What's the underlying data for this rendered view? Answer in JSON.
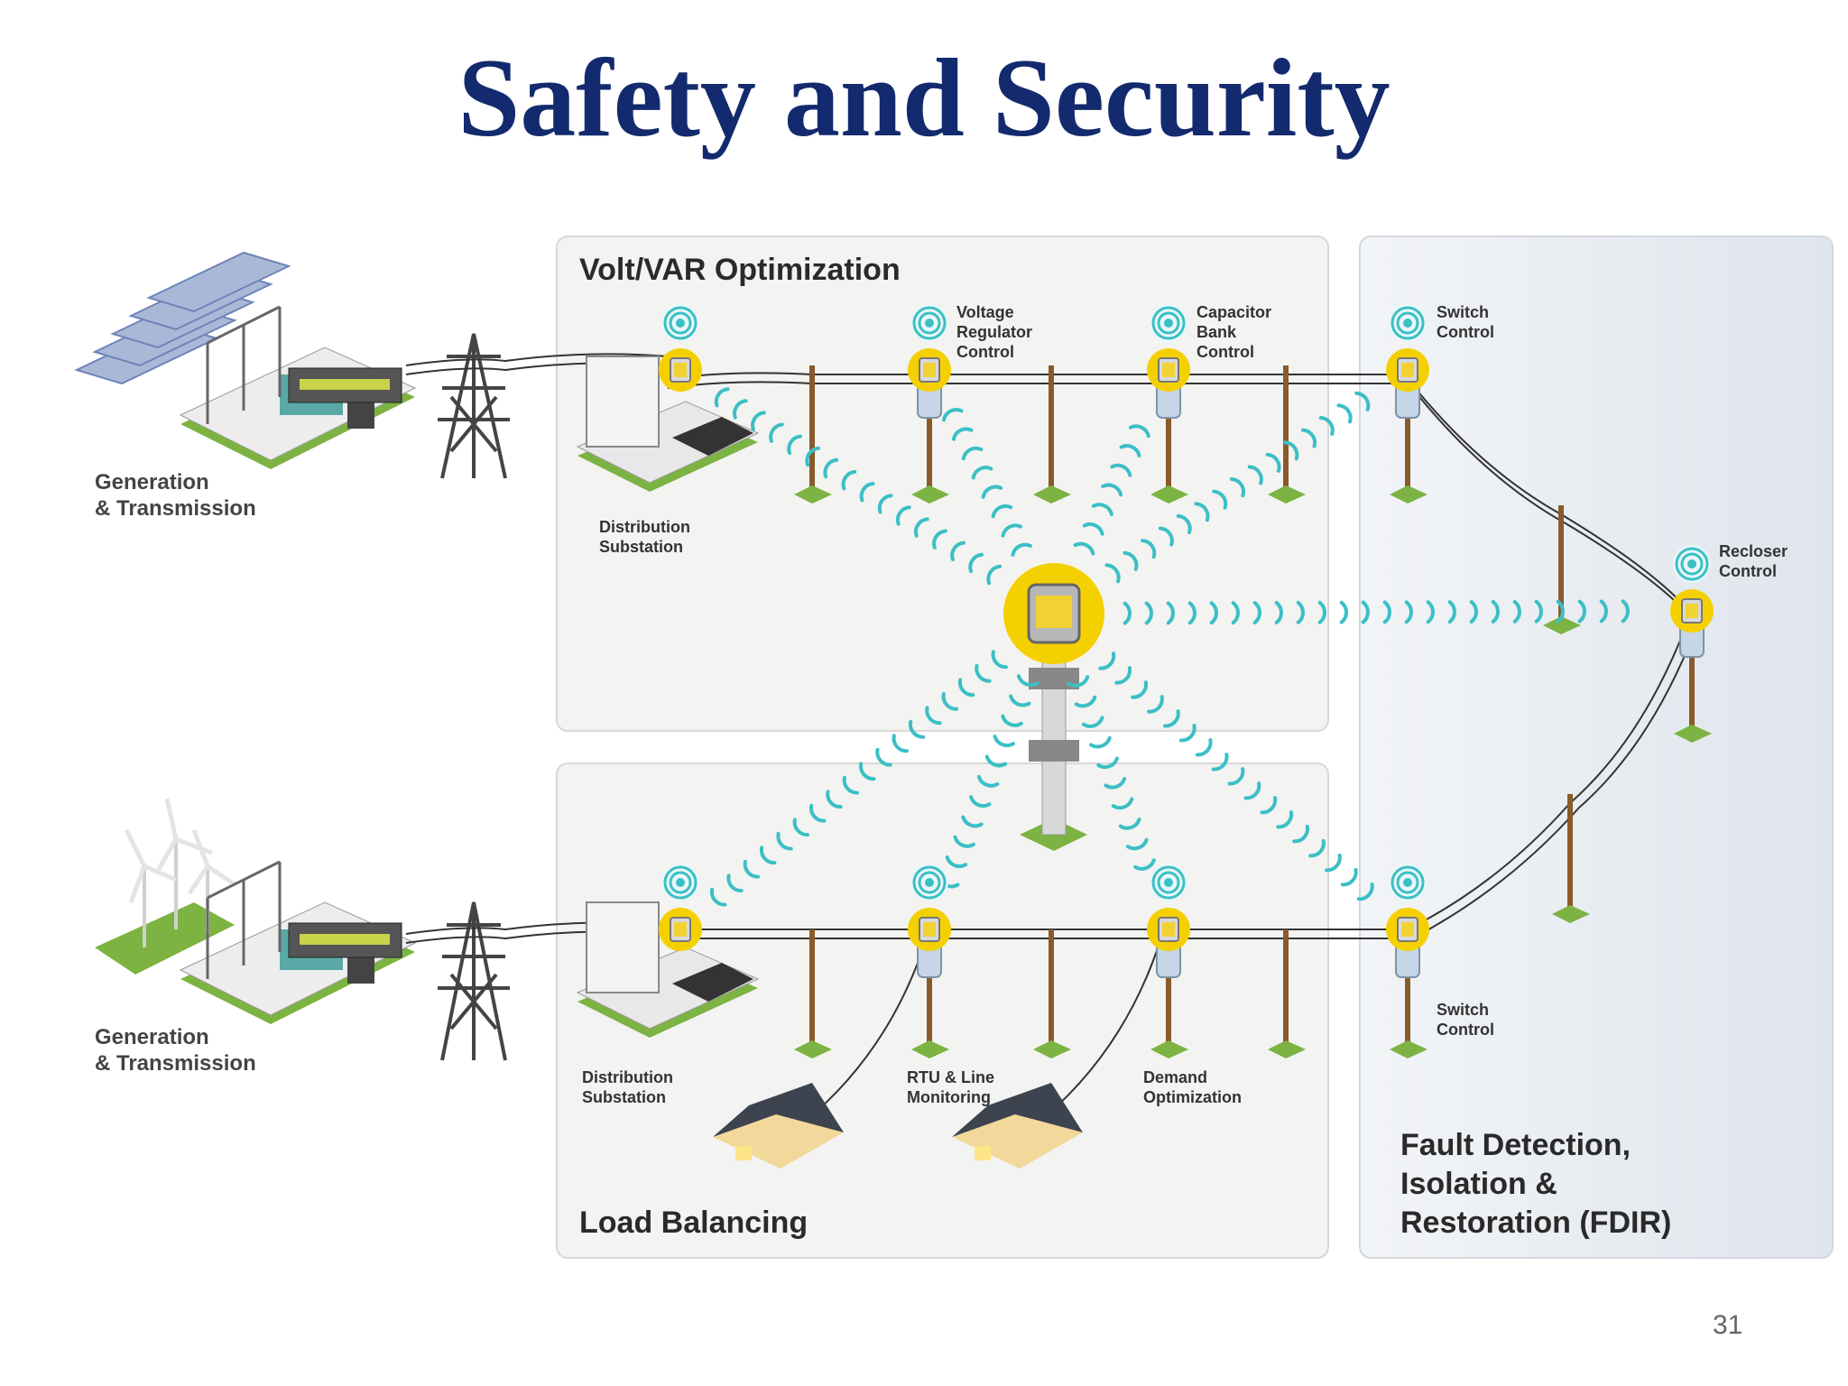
{
  "slide": {
    "title": "Safety and Security",
    "page_number": "31"
  },
  "generation": {
    "top_label": [
      "Generation",
      "& Transmission"
    ],
    "bottom_label": [
      "Generation",
      "& Transmission"
    ]
  },
  "panels": {
    "volt_var": "Volt/VAR Optimization",
    "load_balancing": "Load Balancing",
    "fdir": [
      "Fault Detection,",
      "Isolation &",
      "Restoration (FDIR)"
    ]
  },
  "devices": {
    "top_substation": [
      "Distribution",
      "Substation"
    ],
    "voltage_regulator": [
      "Voltage",
      "Regulator",
      "Control"
    ],
    "capacitor_bank": [
      "Capacitor",
      "Bank",
      "Control"
    ],
    "switch_top": [
      "Switch",
      "Control"
    ],
    "recloser": [
      "Recloser",
      "Control"
    ],
    "bottom_substation": [
      "Distribution",
      "Substation"
    ],
    "rtu": [
      "RTU & Line",
      "Monitoring"
    ],
    "demand": [
      "Demand",
      "Optimization"
    ],
    "switch_bottom": [
      "Switch",
      "Control"
    ]
  },
  "colors": {
    "title": "#132a6e",
    "node": "#f5d000",
    "signal": "#3bbfc6",
    "pole": "#8b5a2b",
    "grass": "#7cb342"
  }
}
